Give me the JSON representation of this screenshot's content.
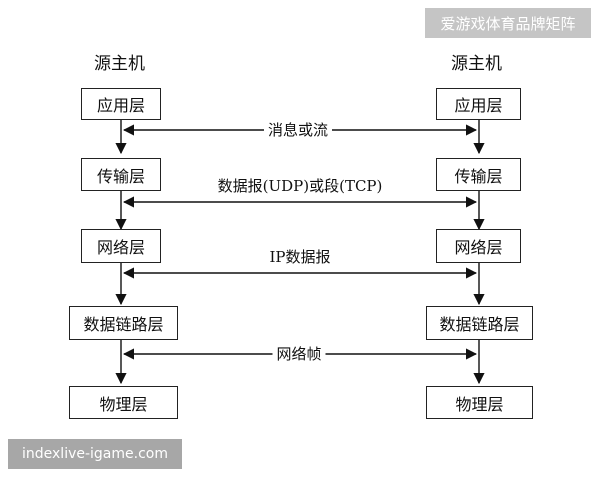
{
  "left_host": "源主机",
  "right_host": "源主机",
  "layers": [
    "应用层",
    "传输层",
    "网络层",
    "数据链路层",
    "物理层"
  ],
  "connections": [
    "消息或流",
    "数据报(UDP)或段(TCP)",
    "IP数据报",
    "网络帧"
  ],
  "watermark": {
    "brand": "爱游戏体育品牌矩阵",
    "site": "indexlive-igame.com"
  }
}
